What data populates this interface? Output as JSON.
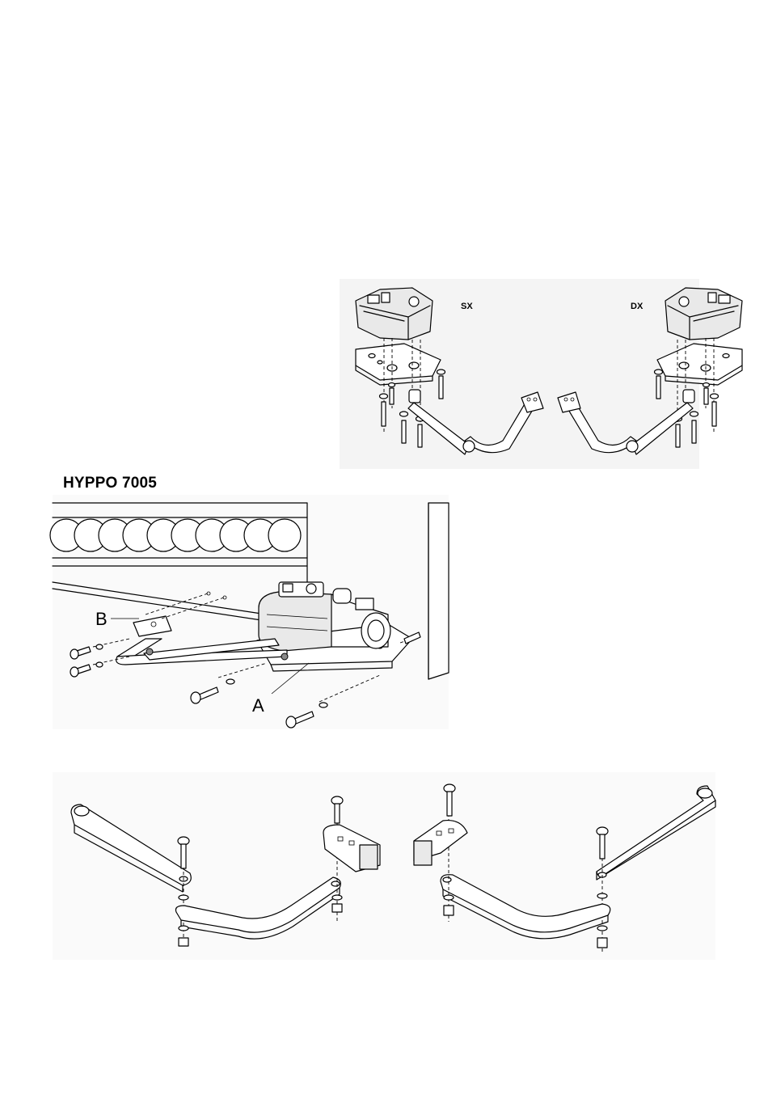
{
  "figure1": {
    "label_left": "SX",
    "label_right": "DX"
  },
  "figure2": {
    "title": "HYPPO 7005",
    "callout_a": "A",
    "callout_b": "B"
  },
  "figure3": {}
}
